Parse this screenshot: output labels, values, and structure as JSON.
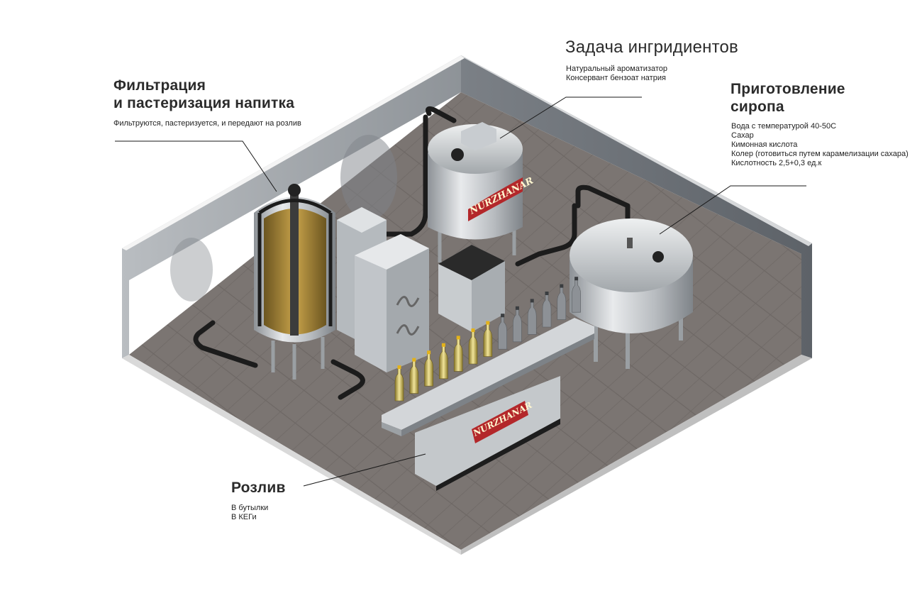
{
  "filtration": {
    "title_line1": "Фильтрация",
    "title_line2": "и пастеризация напитка",
    "description": "Фильтруются, пастеризуется, и передают на розлив"
  },
  "ingredients": {
    "title": "Задача ингридиентов",
    "items": [
      "Натуральный ароматизатор",
      "Консервант бензоат натрия"
    ]
  },
  "syrup": {
    "title_line1": "Приготовление",
    "title_line2": "сиропа",
    "items": [
      "Вода с температурой 40-50С",
      "Сахар",
      "Кимонная кислота",
      "Колер (готовиться путем карамелизации сахара)",
      "Кислотность 2,5+0,3 ед.к"
    ]
  },
  "bottling": {
    "title": "Розлив",
    "items": [
      "В бутылки",
      "В КЕГи"
    ]
  },
  "brand": {
    "logo_text": "NURZHANAR"
  }
}
